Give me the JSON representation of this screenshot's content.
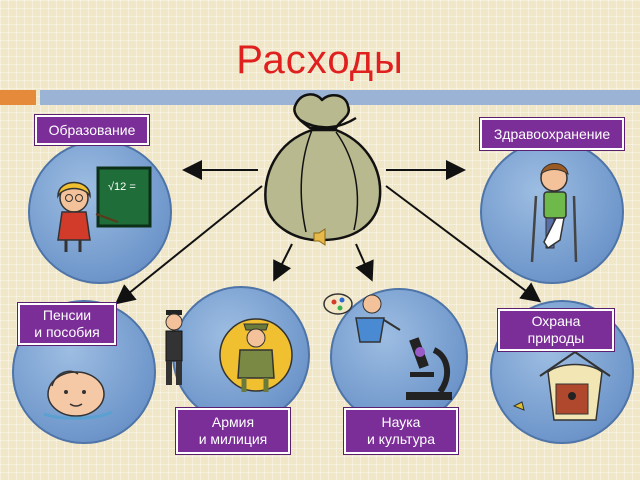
{
  "title": "Расходы",
  "categories": {
    "education": "Образование",
    "health": "Здравоохранение",
    "pensions": "Пенсии\nи пособия",
    "army": "Армия\nи милиция",
    "science": "Наука\nи культура",
    "nature": "Охрана\nприроды"
  },
  "colors": {
    "title": "#e0201e",
    "label_bg": "#7b2e97",
    "circle": "#7aa1d2",
    "accent_bar": "#e58a3a",
    "rule_bar": "#9bb3d4"
  }
}
